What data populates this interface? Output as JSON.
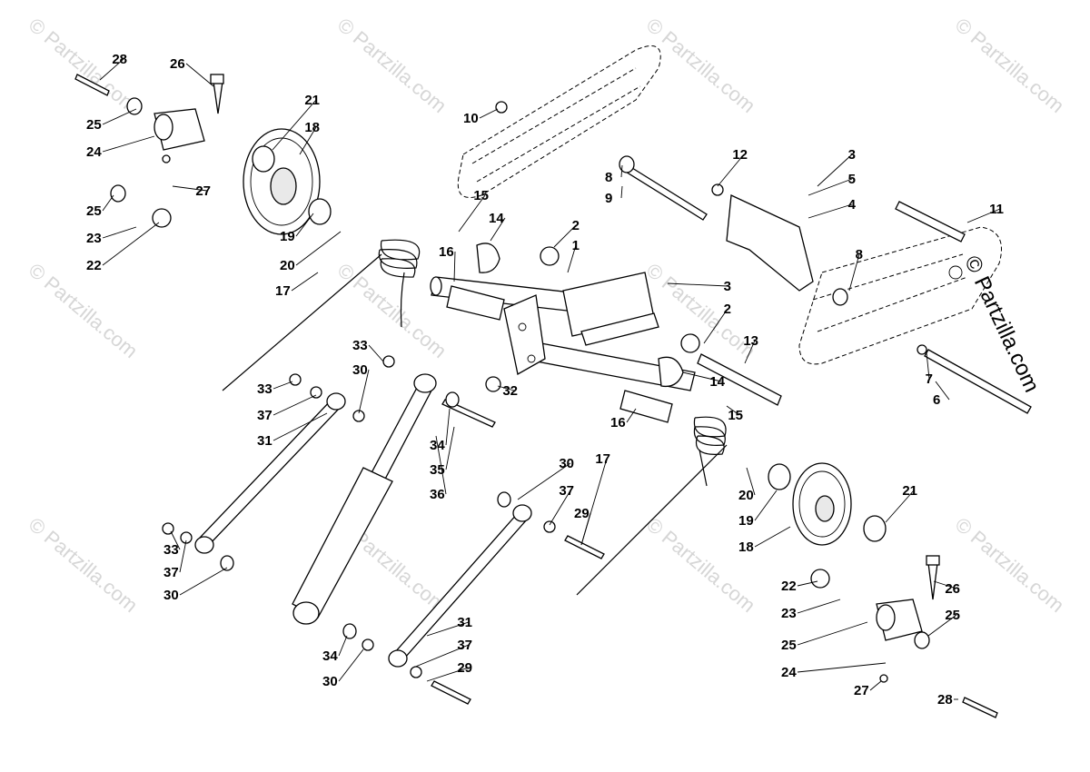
{
  "watermark": "© Partzilla.com",
  "brand_text": "Partzilla.com",
  "brand_symbol": "©",
  "callouts": [
    "28",
    "26",
    "21",
    "18",
    "25",
    "24",
    "27",
    "25",
    "23",
    "22",
    "19",
    "20",
    "17",
    "10",
    "8",
    "9",
    "12",
    "3",
    "5",
    "4",
    "11",
    "15",
    "14",
    "2",
    "1",
    "16",
    "8",
    "3",
    "2",
    "13",
    "14",
    "15",
    "7",
    "6",
    "33",
    "30",
    "33",
    "37",
    "31",
    "34",
    "35",
    "36",
    "32",
    "16",
    "17",
    "30",
    "37",
    "29",
    "20",
    "19",
    "18",
    "21",
    "33",
    "37",
    "30",
    "22",
    "23",
    "25",
    "24",
    "26",
    "25",
    "27",
    "28",
    "34",
    "30",
    "31",
    "37",
    "29"
  ]
}
